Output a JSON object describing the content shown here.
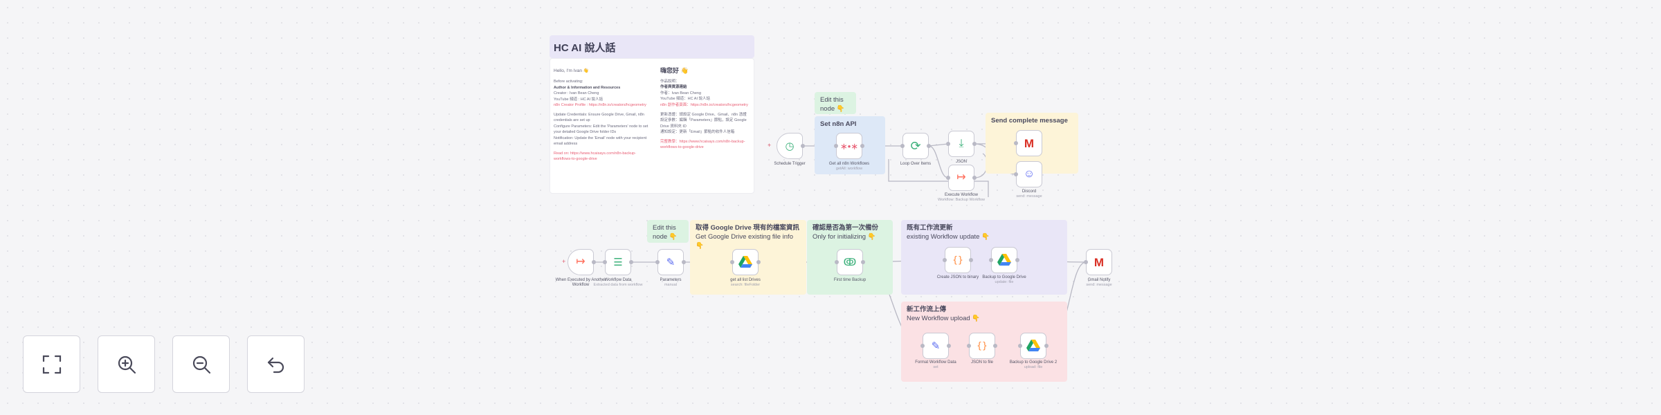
{
  "top_doc": {
    "title": "HC AI 說人話",
    "col1": {
      "greeting": "Hello, I'm Ivan 👋",
      "intro": "Before activating:",
      "author_heading": "Author & Information and Resources",
      "lines": [
        "Creator : Ivan Bean Cheng",
        "YouTube 頻道 : HC AI 說人話",
        "n8n Creator Profile : https://n8n.io/creators/hcgeometry"
      ],
      "bullets": [
        "Update Credentials: Ensure Google Drive, Gmail, n8n credentials are set up",
        "Configure Parameters: Edit the 'Parameters' node to set your detailed Google Drive folder IDs",
        "Notification: Update the 'Email' node with your recipient email address"
      ],
      "footer": "Read on: https://www.hcaisays.com/n8n-backup-workflows-to-google-drive"
    },
    "col2": {
      "greeting": "嗨您好 👋",
      "intro": "作品說明：",
      "author_heading": "作者與資源連結",
      "lines": [
        "作者：Ivan Bean Cheng",
        "YouTube 頻道：HC AI 說人話",
        "n8n 創作者頁面：https://n8n.io/creators/hcgeometry"
      ],
      "bullets": [
        "更新憑證：請設定 Google Drive、Gmail、n8n 憑證",
        "設定參數：編輯「Parameters」節點，設定 Google Drive 資料夾 ID",
        "通知設定：更新「Email」節點的收件人信箱"
      ],
      "footer": "完整教學：https://www.hcaisays.com/n8n-backup-workflows-to-google-drive"
    }
  },
  "stickies": {
    "edit1": {
      "line1": "Edit this",
      "line2": "node 👇"
    },
    "set_n8n": {
      "title": "Set n8n API"
    },
    "send_msg": {
      "title": "Send complete message"
    },
    "edit2": {
      "line1": "Edit this",
      "line2": "node 👇"
    },
    "get_drive": {
      "title": "取得 Google Drive 現有的檔案資訊",
      "sub": "Get Google Drive existing file info 👇"
    },
    "first_run": {
      "title": "確認是否為第一次備份",
      "sub": "Only for initializing 👇"
    },
    "update": {
      "title": "既有工作流更新",
      "sub": "existing Workflow update 👇"
    },
    "upload": {
      "title": "新工作流上傳",
      "sub": "New Workflow upload 👇"
    }
  },
  "nodes": [
    {
      "key": "schedule",
      "icon": "clock-icon",
      "glyph": "🕒",
      "label": "Schedule Trigger",
      "sub": ""
    },
    {
      "key": "getall",
      "icon": "n8n-icon",
      "glyph": "⚟",
      "label": "Get all n8n Workflows",
      "sub": "getAll: workflow"
    },
    {
      "key": "loop",
      "icon": "loop-icon",
      "glyph": "⟳",
      "label": "Loop Over Items",
      "sub": ""
    },
    {
      "key": "json",
      "icon": "download-icon",
      "glyph": "⤓",
      "label": "JSON",
      "sub": ""
    },
    {
      "key": "execute",
      "icon": "execute-workflow-icon",
      "glyph": "↦",
      "label": "Execute Workflow",
      "sub": "Workflow: Backup Workflow"
    },
    {
      "key": "gmail1",
      "icon": "gmail-icon",
      "glyph": "M",
      "label": "",
      "sub": ""
    },
    {
      "key": "discord",
      "icon": "discord-icon",
      "glyph": "☺",
      "label": "Discord",
      "sub": "send: message"
    },
    {
      "key": "wf_trigger",
      "icon": "workflow-trigger-icon",
      "glyph": "↦",
      "label": "When Executed by Another Workflow",
      "sub": ""
    },
    {
      "key": "wf_data",
      "icon": "list-icon",
      "glyph": "☰",
      "label": "Workflow Data",
      "sub": "Extracted data from workflow"
    },
    {
      "key": "parameters",
      "icon": "pencil-icon",
      "glyph": "✎",
      "label": "Parameters",
      "sub": "manual"
    },
    {
      "key": "gdrive_list",
      "icon": "google-drive-icon",
      "glyph": "▲",
      "label": "get all list Drives",
      "sub": "search: fileFolder"
    },
    {
      "key": "first_time",
      "icon": "if-icon",
      "glyph": "⑂",
      "label": "First time Backup",
      "sub": ""
    },
    {
      "key": "json_binary",
      "icon": "code-icon",
      "glyph": "{}",
      "label": "Create JSON to binary",
      "sub": ""
    },
    {
      "key": "gdrive_update",
      "icon": "google-drive-icon",
      "glyph": "▲",
      "label": "Backup to Google Drive",
      "sub": "update: file"
    },
    {
      "key": "gmail2",
      "icon": "gmail-icon",
      "glyph": "M",
      "label": "Gmail Notify",
      "sub": "send: message"
    },
    {
      "key": "format",
      "icon": "pencil-icon",
      "glyph": "✎",
      "label": "Format Workflow Data",
      "sub": "set"
    },
    {
      "key": "json_file",
      "icon": "code-icon",
      "glyph": "{}",
      "label": "JSON to file",
      "sub": ""
    },
    {
      "key": "gdrive_upload",
      "icon": "google-drive-icon",
      "glyph": "▲",
      "label": "Backup to Google Drive 2",
      "sub": "upload: file"
    }
  ],
  "controls": [
    {
      "name": "fit-view-button",
      "icon": "fit-view-icon"
    },
    {
      "name": "zoom-in-button",
      "icon": "zoom-in-icon"
    },
    {
      "name": "zoom-out-button",
      "icon": "zoom-out-icon"
    },
    {
      "name": "reset-zoom-button",
      "icon": "undo-icon"
    }
  ],
  "colors": {
    "accent": "#e85d73",
    "gmail_red": "#d93025",
    "discord": "#5865f2",
    "drive_green": "#1fa463",
    "drive_yellow": "#ffc107",
    "drive_blue": "#4285f4"
  }
}
